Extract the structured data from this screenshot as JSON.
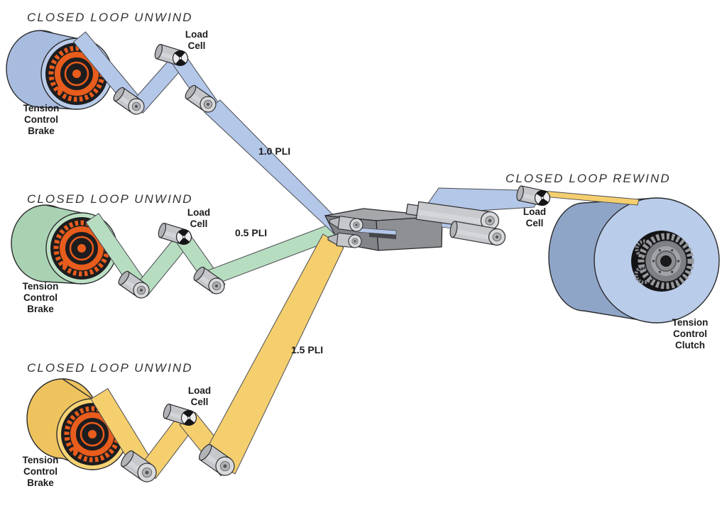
{
  "labels": {
    "unwind_top": {
      "title": "CLOSED LOOP UNWIND",
      "load_cell": "Load\nCell",
      "brake": "Tension\nControl\nBrake",
      "tension": "1.0 PLI"
    },
    "unwind_middle": {
      "title": "CLOSED LOOP UNWIND",
      "load_cell": "Load\nCell",
      "brake": "Tension\nControl\nBrake",
      "tension": "0.5 PLI"
    },
    "unwind_bottom": {
      "title": "CLOSED LOOP UNWIND",
      "load_cell": "Load\nCell",
      "brake": "Tension\nControl\nBrake",
      "tension": "1.5 PLI"
    },
    "rewind": {
      "title": "CLOSED LOOP REWIND",
      "load_cell": "Load\nCell",
      "clutch": "Tension\nControl\nClutch"
    }
  },
  "colors": {
    "web_top": "#b3c7e8",
    "web_middle": "#b7ddc0",
    "web_bottom": "#f5cf6e",
    "brake_orange": "#e85c1c",
    "machine_gray": "#8f9094",
    "outline": "#2b2b2e"
  }
}
